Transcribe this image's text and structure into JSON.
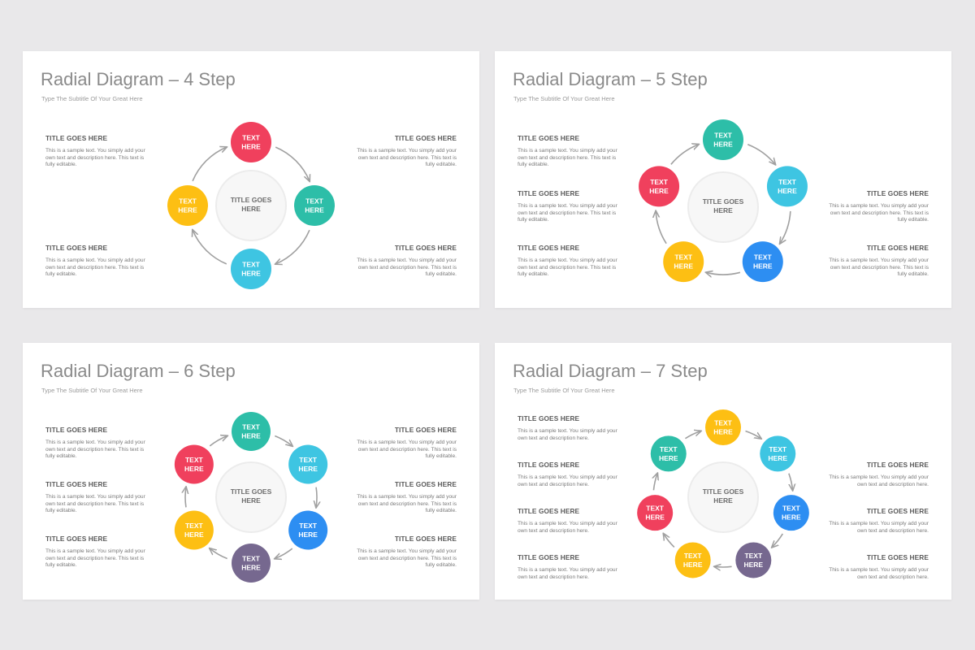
{
  "colors": {
    "red": "#f0405d",
    "teal": "#2dbea8",
    "cyan": "#3ec5e2",
    "yellow": "#fdbf13",
    "blue": "#2d8ef2",
    "purple": "#76688f",
    "arrow": "#a0a0a0",
    "center_fill": "#f7f7f7",
    "center_stroke": "#ececec"
  },
  "slides": [
    {
      "title": "Radial Diagram – 4 Step",
      "subtitle": "Type The Subtitle Of Your Great Here",
      "center": [
        "TITLE GOES",
        "HERE"
      ],
      "nodes": [
        {
          "label": [
            "TEXT",
            "HERE"
          ],
          "color": "red"
        },
        {
          "label": [
            "TEXT",
            "HERE"
          ],
          "color": "teal"
        },
        {
          "label": [
            "TEXT",
            "HERE"
          ],
          "color": "cyan"
        },
        {
          "label": [
            "TEXT",
            "HERE"
          ],
          "color": "yellow"
        }
      ],
      "text_blocks": [
        {
          "side": "left",
          "title": "TITLE GOES HERE",
          "desc": "This is a sample text. You simply add your own text and description here. This text is fully editable."
        },
        {
          "side": "left",
          "title": "TITLE GOES HERE",
          "desc": "This is a sample text. You simply add your own text and description here. This text is fully editable."
        },
        {
          "side": "right",
          "title": "TITLE GOES HERE",
          "desc": "This is a sample text. You simply add your own text and description here. This text is fully editable."
        },
        {
          "side": "right",
          "title": "TITLE GOES HERE",
          "desc": "This is a sample text. You simply add your own text and description here. This text is fully editable."
        }
      ]
    },
    {
      "title": "Radial Diagram – 5 Step",
      "subtitle": "Type The Subtitle Of Your Great Here",
      "center": [
        "TITLE GOES",
        "HERE"
      ],
      "nodes": [
        {
          "label": [
            "TEXT",
            "HERE"
          ],
          "color": "teal"
        },
        {
          "label": [
            "TEXT",
            "HERE"
          ],
          "color": "cyan"
        },
        {
          "label": [
            "TEXT",
            "HERE"
          ],
          "color": "blue"
        },
        {
          "label": [
            "TEXT",
            "HERE"
          ],
          "color": "yellow"
        },
        {
          "label": [
            "TEXT",
            "HERE"
          ],
          "color": "red"
        }
      ],
      "text_blocks": [
        {
          "side": "left",
          "title": "TITLE GOES HERE",
          "desc": "This is a sample text. You simply add your own text and description here. This text is fully editable."
        },
        {
          "side": "left",
          "title": "TITLE GOES HERE",
          "desc": "This is a sample text. You simply add your own text and description here. This text is fully editable."
        },
        {
          "side": "left",
          "title": "TITLE GOES HERE",
          "desc": "This is a sample text. You simply add your own text and description here. This text is fully editable."
        },
        {
          "side": "right",
          "title": "TITLE GOES HERE",
          "desc": "This is a sample text. You simply add your own text and description here. This text is fully editable."
        },
        {
          "side": "right",
          "title": "TITLE GOES HERE",
          "desc": "This is a sample text. You simply add your own text and description here. This text is fully editable."
        }
      ]
    },
    {
      "title": "Radial Diagram – 6 Step",
      "subtitle": "Type The Subtitle Of Your Great Here",
      "center": [
        "TITLE GOES",
        "HERE"
      ],
      "nodes": [
        {
          "label": [
            "TEXT",
            "HERE"
          ],
          "color": "teal"
        },
        {
          "label": [
            "TEXT",
            "HERE"
          ],
          "color": "cyan"
        },
        {
          "label": [
            "TEXT",
            "HERE"
          ],
          "color": "blue"
        },
        {
          "label": [
            "TEXT",
            "HERE"
          ],
          "color": "purple"
        },
        {
          "label": [
            "TEXT",
            "HERE"
          ],
          "color": "yellow"
        },
        {
          "label": [
            "TEXT",
            "HERE"
          ],
          "color": "red"
        }
      ],
      "text_blocks": [
        {
          "side": "left",
          "title": "TITLE GOES HERE",
          "desc": "This is a sample text. You simply add your own text and description here. This text is fully editable."
        },
        {
          "side": "left",
          "title": "TITLE GOES HERE",
          "desc": "This is a sample text. You simply add your own text and description here. This text is fully editable."
        },
        {
          "side": "left",
          "title": "TITLE GOES HERE",
          "desc": "This is a sample text. You simply add your own text and description here. This text is fully editable."
        },
        {
          "side": "right",
          "title": "TITLE GOES HERE",
          "desc": "This is a sample text. You simply add your own text and description here. This text is fully editable."
        },
        {
          "side": "right",
          "title": "TITLE GOES HERE",
          "desc": "This is a sample text. You simply add your own text and description here. This text is fully editable."
        },
        {
          "side": "right",
          "title": "TITLE GOES HERE",
          "desc": "This is a sample text. You simply add your own text and description here. This text is fully editable."
        }
      ]
    },
    {
      "title": "Radial Diagram – 7 Step",
      "subtitle": "Type The Subtitle Of Your Great Here",
      "center": [
        "TITLE GOES",
        "HERE"
      ],
      "nodes": [
        {
          "label": [
            "TEXT",
            "HERE"
          ],
          "color": "yellow"
        },
        {
          "label": [
            "TEXT",
            "HERE"
          ],
          "color": "cyan"
        },
        {
          "label": [
            "TEXT",
            "HERE"
          ],
          "color": "blue"
        },
        {
          "label": [
            "TEXT",
            "HERE"
          ],
          "color": "purple"
        },
        {
          "label": [
            "TEXT",
            "HERE"
          ],
          "color": "yellow"
        },
        {
          "label": [
            "TEXT",
            "HERE"
          ],
          "color": "red"
        },
        {
          "label": [
            "TEXT",
            "HERE"
          ],
          "color": "teal"
        }
      ],
      "text_blocks": [
        {
          "side": "left",
          "title": "TITLE GOES HERE",
          "desc": "This is a sample text. You simply add your own text and description here."
        },
        {
          "side": "left",
          "title": "TITLE GOES HERE",
          "desc": "This is a sample text. You simply add your own text and description here."
        },
        {
          "side": "left",
          "title": "TITLE GOES HERE",
          "desc": "This is a sample text. You simply add your own text and description here."
        },
        {
          "side": "left",
          "title": "TITLE GOES HERE",
          "desc": "This is a sample text. You simply add your own text and description here."
        },
        {
          "side": "right",
          "title": "TITLE GOES HERE",
          "desc": "This is a sample text. You simply add your own text and description here."
        },
        {
          "side": "right",
          "title": "TITLE GOES HERE",
          "desc": "This is a sample text. You simply add your own text and description here."
        },
        {
          "side": "right",
          "title": "TITLE GOES HERE",
          "desc": "This is a sample text. You simply add your own text and description here."
        }
      ]
    }
  ]
}
